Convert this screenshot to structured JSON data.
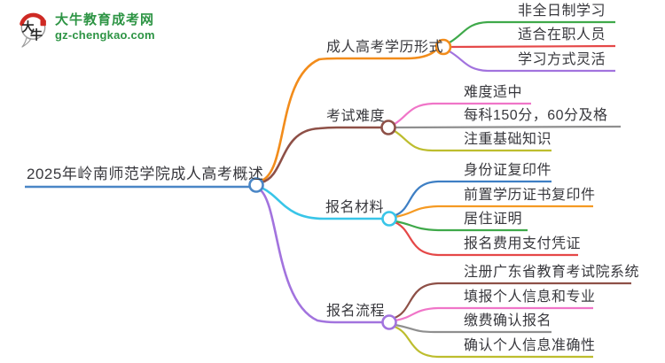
{
  "palette": {
    "central_blue": "#4a86c6",
    "orange": "#f28c1b",
    "maroon": "#8e5047",
    "cyan": "#38c5e8",
    "purple": "#a273de",
    "green": "#3fa94a",
    "red": "#e54848",
    "pink": "#f075c8",
    "gray": "#8f8f8f",
    "olive": "#bdbd2e",
    "leaf_blue": "#3e7fc4",
    "leaf_orange": "#f59a23",
    "text": "#38383d",
    "logo_green": "#2d9444",
    "logo_red": "#ce2a24",
    "logo_black": "#2a2a2a",
    "node_fill": "#ffffff"
  },
  "logo": {
    "icon_char1": "大",
    "icon_char2": "牛",
    "title": "大牛教育成考网",
    "subtitle": "gz-chengkao.com"
  },
  "central": {
    "label": "2025年岭南师范学院成人高考概述"
  },
  "branches": [
    {
      "label": "成人高考学历形式",
      "children": [
        "非全日制学习",
        "适合在职人员",
        "学习方式灵活"
      ]
    },
    {
      "label": "考试难度",
      "children": [
        "难度适中",
        "每科150分，60分及格",
        "注重基础知识"
      ]
    },
    {
      "label": "报名材料",
      "children": [
        "身份证复印件",
        "前置学历证书复印件",
        "居住证明",
        "报名费用支付凭证"
      ]
    },
    {
      "label": "报名流程",
      "children": [
        "注册广东省教育考试院系统",
        "填报个人信息和专业",
        "缴费确认报名",
        "确认个人信息准确性"
      ]
    }
  ]
}
